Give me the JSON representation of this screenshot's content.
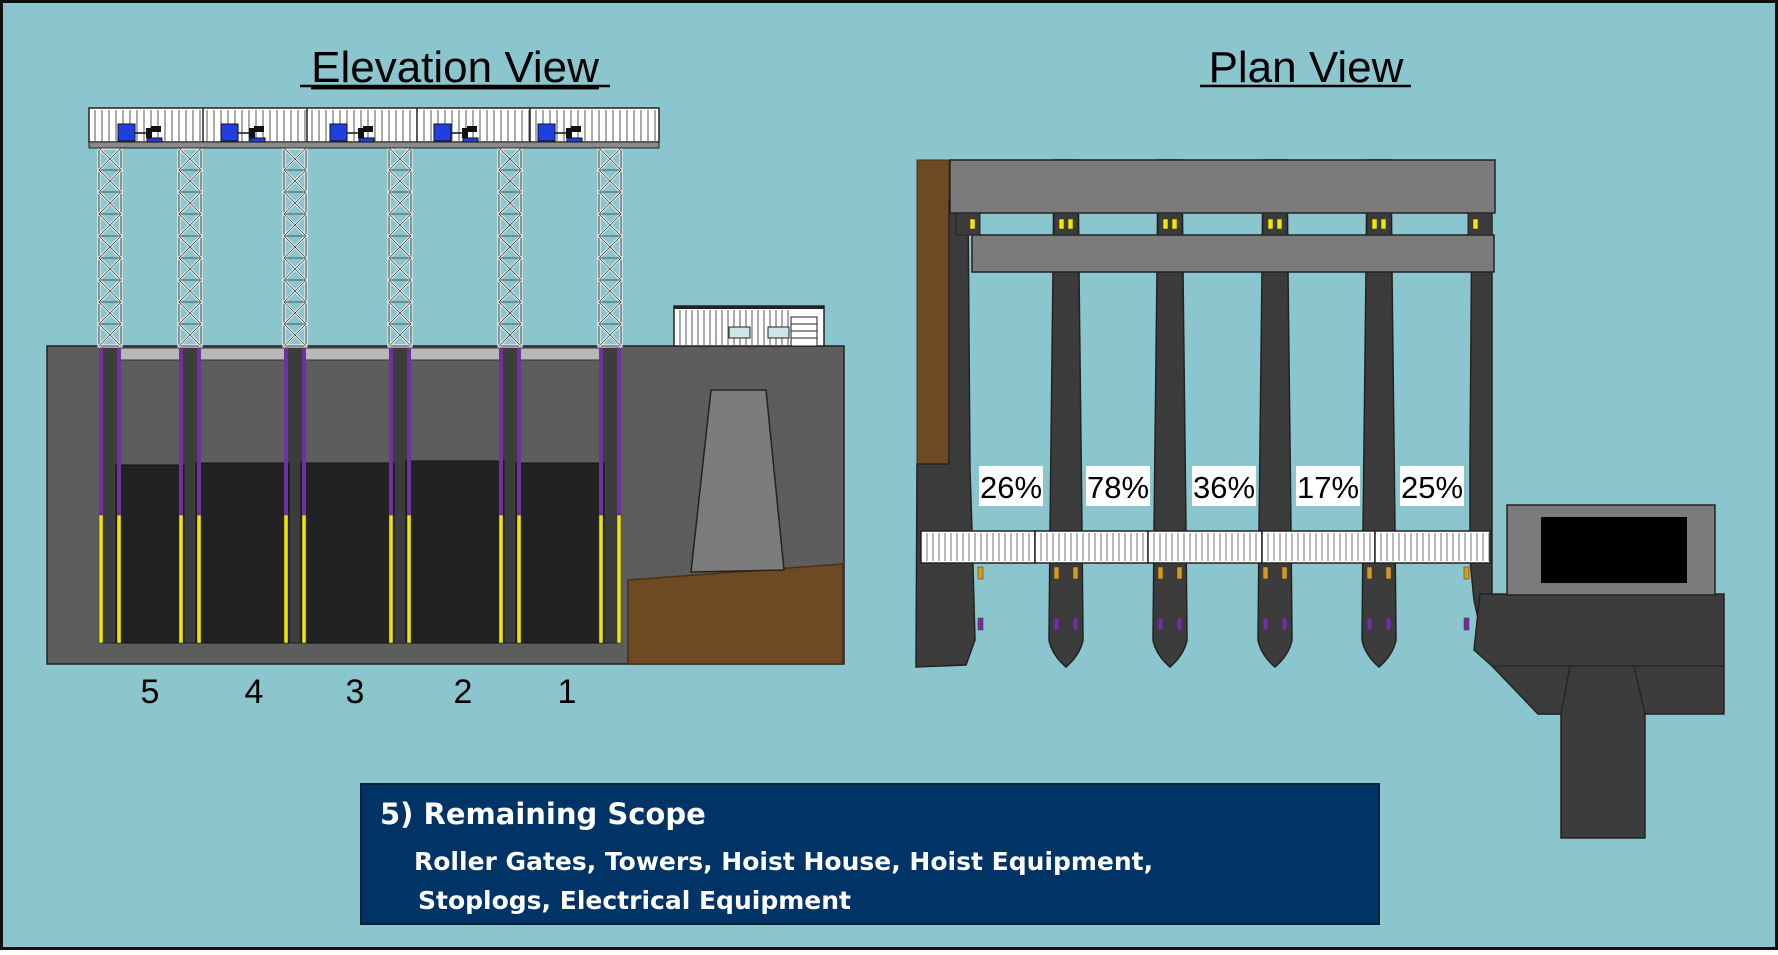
{
  "background_color": "#8bc6ce",
  "elevation_view": {
    "title": "Elevation View",
    "bay_numbers": [
      "5",
      "4",
      "3",
      "2",
      "1"
    ]
  },
  "plan_view": {
    "title": "Plan View",
    "completion_labels": [
      "26%",
      "78%",
      "36%",
      "17%",
      "25%"
    ]
  },
  "scope": {
    "title": "5) Remaining Scope",
    "line1": "Roller Gates, Towers, Hoist House, Hoist Equipment,",
    "line2": "Stoplogs, Electrical Equipment"
  },
  "colors": {
    "concrete": "#5d5d5d",
    "pier_dark": "#3c3c3c",
    "gate_fill": "#222222",
    "soil": "#6e4a24",
    "deck": "#7b7b7b",
    "guide_purple": "#7030a0",
    "guide_yellow": "#f2e600",
    "hoist_blue": "#1f3fe0",
    "scope_box": "#003366"
  }
}
